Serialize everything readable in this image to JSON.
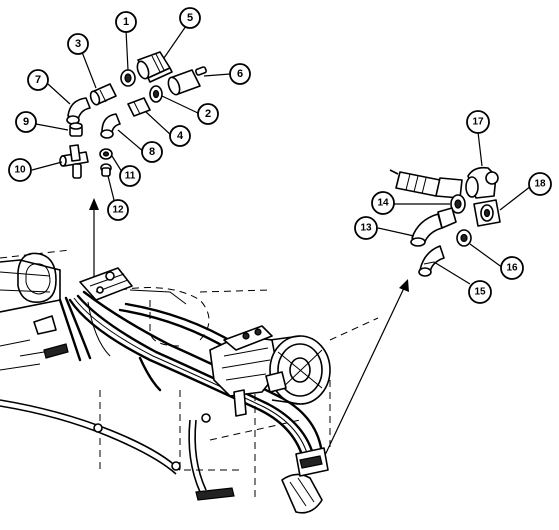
{
  "callouts": [
    {
      "id": "c1",
      "label": "1"
    },
    {
      "id": "c2",
      "label": "2"
    },
    {
      "id": "c3",
      "label": "3"
    },
    {
      "id": "c4",
      "label": "4"
    },
    {
      "id": "c5",
      "label": "5"
    },
    {
      "id": "c6",
      "label": "6"
    },
    {
      "id": "c7",
      "label": "7"
    },
    {
      "id": "c8",
      "label": "8"
    },
    {
      "id": "c9",
      "label": "9"
    },
    {
      "id": "c10",
      "label": "10"
    },
    {
      "id": "c11",
      "label": "11"
    },
    {
      "id": "c12",
      "label": "12"
    },
    {
      "id": "c13",
      "label": "13"
    },
    {
      "id": "c14",
      "label": "14"
    },
    {
      "id": "c15",
      "label": "15"
    },
    {
      "id": "c16",
      "label": "16"
    },
    {
      "id": "c17",
      "label": "17"
    },
    {
      "id": "c18",
      "label": "18"
    }
  ]
}
